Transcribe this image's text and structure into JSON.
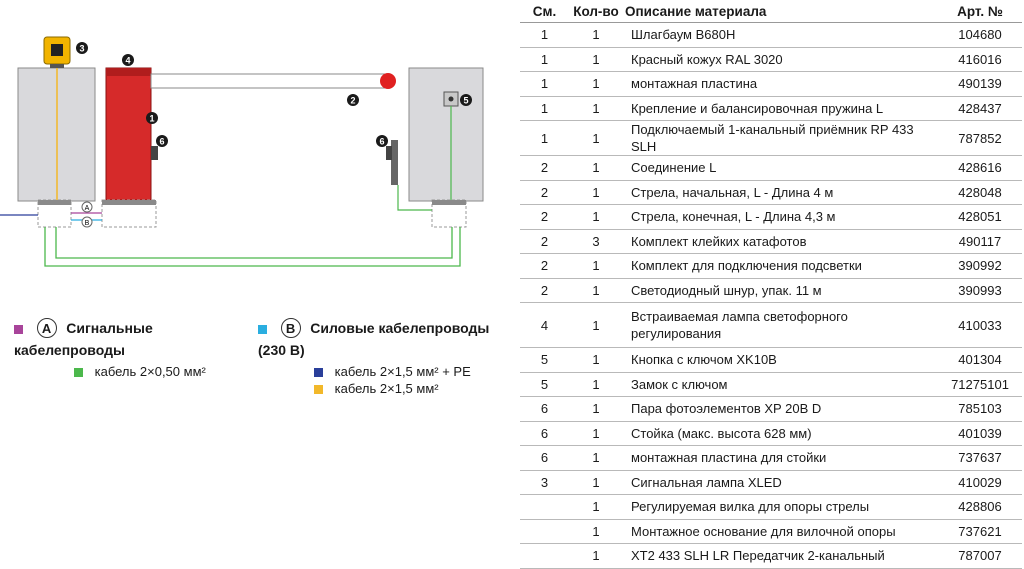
{
  "diagram": {
    "callouts": [
      "3",
      "4",
      "2",
      "1",
      "6",
      "6",
      "5"
    ],
    "cable_labels": [
      "A",
      "B"
    ]
  },
  "legend": {
    "a": {
      "letter": "A",
      "title_line1": "Сигнальные",
      "title_line2": "кабелепроводы",
      "items": [
        {
          "color": "#4cb84c",
          "text": "кабель 2×0,50 мм²"
        }
      ],
      "marker_color": "#a8449a"
    },
    "b": {
      "letter": "B",
      "title_line1": "Силовые кабелепроводы",
      "title_line2": "(230 В)",
      "items": [
        {
          "color": "#2a3f9a",
          "text": "кабель 2×1,5 мм² + PE"
        },
        {
          "color": "#f2b82a",
          "text": "кабель 2×1,5 мм²"
        }
      ],
      "marker_color": "#2aaee0"
    }
  },
  "table": {
    "headers": [
      "См.",
      "Кол-во",
      "Описание материала",
      "Арт. №"
    ],
    "rows": [
      [
        "1",
        "1",
        "Шлагбаум B680H",
        "104680"
      ],
      [
        "1",
        "1",
        "Красный кожух RAL 3020",
        "416016"
      ],
      [
        "1",
        "1",
        "монтажная пластина",
        "490139"
      ],
      [
        "1",
        "1",
        "Крепление и балансировочная пружина L",
        "428437"
      ],
      [
        "1",
        "1",
        "Подключаемый 1-канальный приёмник RP 433 SLH",
        "787852"
      ],
      [
        "2",
        "1",
        "Соединение L",
        "428616"
      ],
      [
        "2",
        "1",
        "Стрела, начальная, L - Длина 4 м",
        "428048"
      ],
      [
        "2",
        "1",
        "Стрела, конечная, L - Длина 4,3 м",
        "428051"
      ],
      [
        "2",
        "3",
        "Комплект клейких катафотов",
        "490117"
      ],
      [
        "2",
        "1",
        "Комплект для подключения подсветки",
        "390992"
      ],
      [
        "2",
        "1",
        "Светодиодный шнур, упак. 11 м",
        "390993"
      ],
      [
        "4",
        "1",
        "Встраиваемая лампа светофорного регулирования",
        "410033"
      ],
      [
        "5",
        "1",
        "Кнопка с ключом XK10B",
        "401304"
      ],
      [
        "5",
        "1",
        "Замок с ключом",
        "71275101"
      ],
      [
        "6",
        "1",
        "Пара фотоэлементов XP 20B D",
        "785103"
      ],
      [
        "6",
        "1",
        "Стойка (макс. высота 628 мм)",
        "401039"
      ],
      [
        "6",
        "1",
        "монтажная пластина для стойки",
        "737637"
      ],
      [
        "3",
        "1",
        "Сигнальная лампа XLED",
        "410029"
      ],
      [
        "",
        "1",
        "Регулируемая вилка для опоры стрелы",
        "428806"
      ],
      [
        "",
        "1",
        "Монтажное основание для вилочной опоры",
        "737621"
      ],
      [
        "",
        "1",
        "XT2 433 SLH LR Передатчик 2-канальный",
        "787007"
      ]
    ]
  }
}
